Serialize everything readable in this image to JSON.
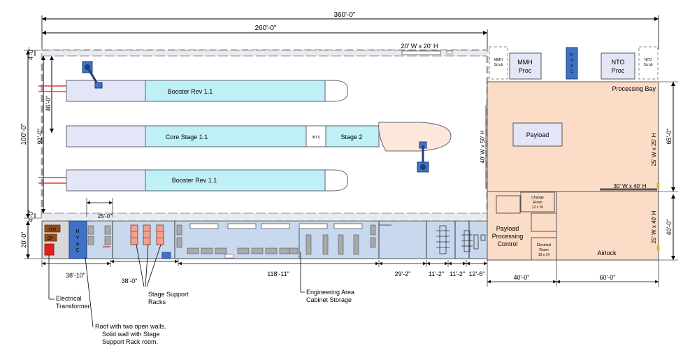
{
  "dimensions": {
    "overall": "360'-0\"",
    "vab": "260'-0\"",
    "top_door": "20' W x 20' H",
    "left_total": "100'-0\"",
    "left_92": "92'-0\"",
    "left_46": "46'-0\"",
    "left_4_top": "4'-0\"",
    "left_4_bottom": "4'-0\"",
    "left_20": "20'-0\"",
    "span_25": "25'-0\"",
    "side_door": "40' W x 50' H",
    "bottom_38_10": "38'-10\"",
    "bottom_38_0": "38'-0\"",
    "bottom_118_11": "118'-11\"",
    "bottom_29_2": "29'-2\"",
    "bottom_11_2a": "11'-2\"",
    "bottom_11_2b": "11'-2\"",
    "bottom_12_6": "12'-6\"",
    "bottom_40": "40'-0\"",
    "bottom_60": "60'-0\"",
    "right_65": "65'-0\"",
    "right_40": "40'-0\"",
    "door_25x25": "25' W x 25' H",
    "door_25x40": "25' W x 40' H",
    "door_30x40": "30' W x 40' H"
  },
  "vehicles": {
    "booster_top": "Booster Rev 1.1",
    "core_stage": "Core Stage 1.1",
    "ints": "INTS",
    "stage2": "Stage 2",
    "booster_bottom": "Booster Rev 1.1"
  },
  "rooms": {
    "mmh_scrub": "MMH Scrub",
    "mmh_proc": "MMH Proc",
    "hvac_top": "HVAC",
    "nto_proc": "NTO Proc",
    "nto_scrub": "NTO Scrub",
    "processing_bay": "Processing Bay",
    "payload": "Payload",
    "payload_processing_control": "Payload Processing Control",
    "change_room": "Change Room 12 x 20",
    "electrical_room": "Electrical Room 10 x 14",
    "airlock": "Airlock",
    "hvac_bottom": "HVAC",
    "hio": "HIO",
    "ep": "EP"
  },
  "callouts": {
    "electrical_transformer": "Electrical Transformer",
    "roof_note": "Roof with two open walls. Solid wall with Stage Support Rack room.",
    "stage_support_racks": "Stage Support Racks",
    "engineering_area": "Engineering Area Cabinet Storage"
  },
  "colors": {
    "processing_bay": "#fbdcc6",
    "support_strip": "#c7d8ef",
    "stage_body": "#bff0f5",
    "stage_dark": "#e3e6f7",
    "nose_cone": "#fde7da",
    "hvac": "#3d72c7"
  }
}
